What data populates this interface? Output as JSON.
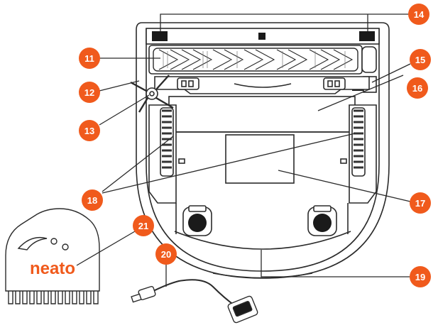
{
  "diagram": {
    "accent_color": "#f05a1c",
    "line_color": "#2b2b2b",
    "callouts": [
      {
        "id": "11",
        "label": "11"
      },
      {
        "id": "12",
        "label": "12"
      },
      {
        "id": "13",
        "label": "13"
      },
      {
        "id": "14",
        "label": "14"
      },
      {
        "id": "15",
        "label": "15"
      },
      {
        "id": "16",
        "label": "16"
      },
      {
        "id": "17",
        "label": "17"
      },
      {
        "id": "18",
        "label": "18"
      },
      {
        "id": "19",
        "label": "19"
      },
      {
        "id": "20",
        "label": "20"
      },
      {
        "id": "21",
        "label": "21"
      }
    ],
    "comb_brand": "neato"
  }
}
